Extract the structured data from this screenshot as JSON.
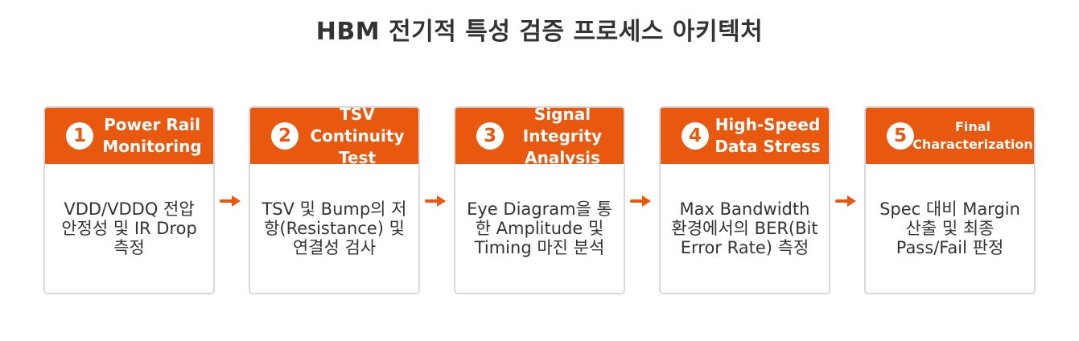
{
  "title": "HBM 전기적 특성 검증 프로세스 아키텍처",
  "colors": {
    "accent": "#e8580f",
    "text": "#333333",
    "border": "#d9d9d9"
  },
  "steps": [
    {
      "number": "1",
      "title": "Power Rail Monitoring",
      "description": "VDD/VDDQ 전압 안정성 및 IR Drop 측정"
    },
    {
      "number": "2",
      "title": "TSV Continuity Test",
      "description": "TSV 및 Bump의 저항(Resistance) 및 연결성 검사"
    },
    {
      "number": "3",
      "title": "Signal Integrity Analysis",
      "description": "Eye Diagram을 통한 Amplitude 및 Timing 마진 분석"
    },
    {
      "number": "4",
      "title": "High-Speed Data Stress",
      "description": "Max Bandwidth 환경에서의 BER(Bit Error Rate) 측정"
    },
    {
      "number": "5",
      "title": "Final Characterization",
      "description": "Spec 대비 Margin 산출 및 최종 Pass/Fail 판정"
    }
  ],
  "connector_icon": "arrow-right-icon"
}
